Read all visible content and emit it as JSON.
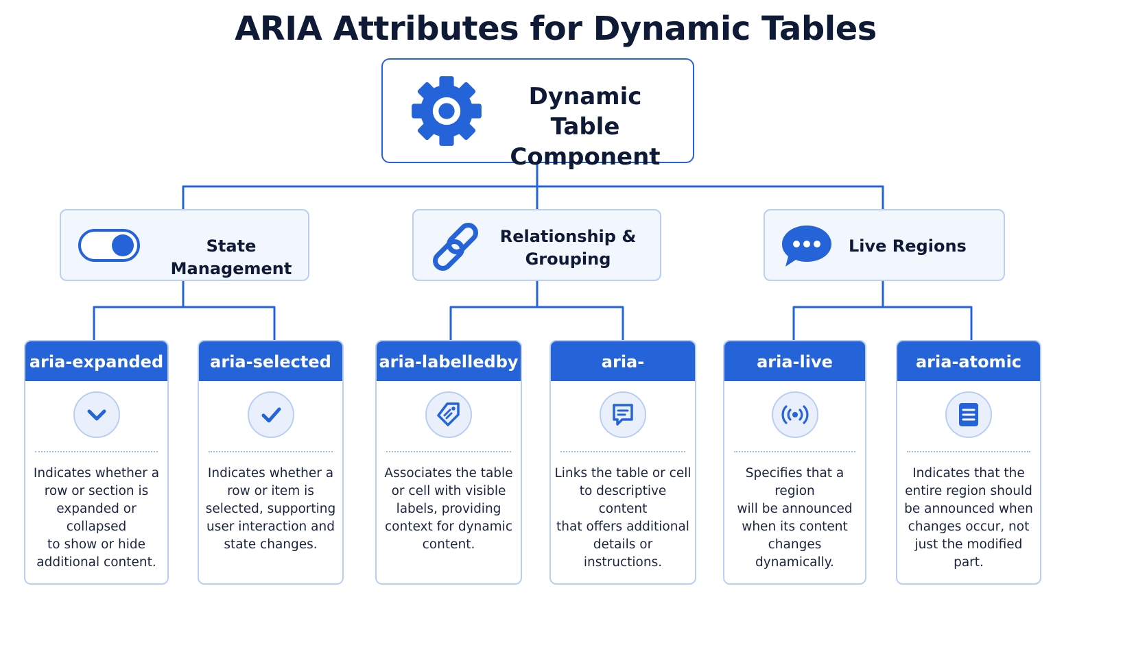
{
  "title": "ARIA Attributes for Dynamic Tables",
  "root": {
    "label_line1": "Dynamic Table",
    "label_line2": "Component",
    "icon": "gear-icon"
  },
  "categories": [
    {
      "label": "State Management",
      "icon": "toggle-switch-icon"
    },
    {
      "label_line1": "Relationship &",
      "label_line2": "Grouping",
      "icon": "chain-link-icon"
    },
    {
      "label": "Live Regions",
      "icon": "chat-bubble-icon"
    }
  ],
  "attributes": [
    {
      "name": "aria-expanded",
      "icon": "chevron-down-icon",
      "lines": [
        "Indicates whether a",
        "row or section is",
        "expanded or collapsed",
        "to show or hide",
        "additional content."
      ]
    },
    {
      "name": "aria-selected",
      "icon": "checkmark-icon",
      "lines": [
        "Indicates whether a",
        "row or item is",
        "selected, supporting",
        "user interaction and",
        "state changes."
      ]
    },
    {
      "name": "aria-labelledby",
      "icon": "tag-icon",
      "lines": [
        "Associates the table",
        "or cell with visible",
        "labels, providing",
        "context for dynamic",
        "content."
      ]
    },
    {
      "name": "aria-describedby",
      "icon": "comment-icon",
      "lines": [
        "Links the table or cell",
        "to descriptive content",
        "that offers additional",
        "details or",
        "instructions."
      ]
    },
    {
      "name": "aria-live",
      "icon": "broadcast-icon",
      "lines": [
        "Specifies that a region",
        "will be announced",
        "when its content",
        "changes dynamically."
      ]
    },
    {
      "name": "aria-atomic",
      "icon": "document-icon",
      "lines": [
        "Indicates that the",
        "entire region should",
        "be announced when",
        "changes occur, not",
        "just the modified part."
      ]
    }
  ],
  "colors": {
    "accent": "#2563d9",
    "border_light": "#b9cef3",
    "panel_bg": "#f2f6fd",
    "text": "#0f1a36"
  }
}
